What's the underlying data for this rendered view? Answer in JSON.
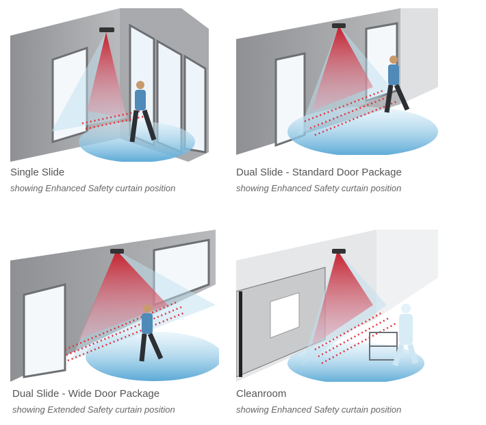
{
  "panels": [
    {
      "title": "Single Slide",
      "subtitle": "showing Enhanced Safety curtain position"
    },
    {
      "title": "Dual Slide - Standard Door Package",
      "subtitle": "showing Enhanced Safety curtain position"
    },
    {
      "title": "Dual Slide - Wide Door Package",
      "subtitle": "showing Extended Safety curtain position"
    },
    {
      "title": "Cleanroom",
      "subtitle": "showing Enhanced Safety curtain position"
    }
  ],
  "colors": {
    "wall": "#9a9c9f",
    "floor_zone": "#7fbfe0",
    "cone": "#c8232c",
    "dots": "#e0303c"
  }
}
